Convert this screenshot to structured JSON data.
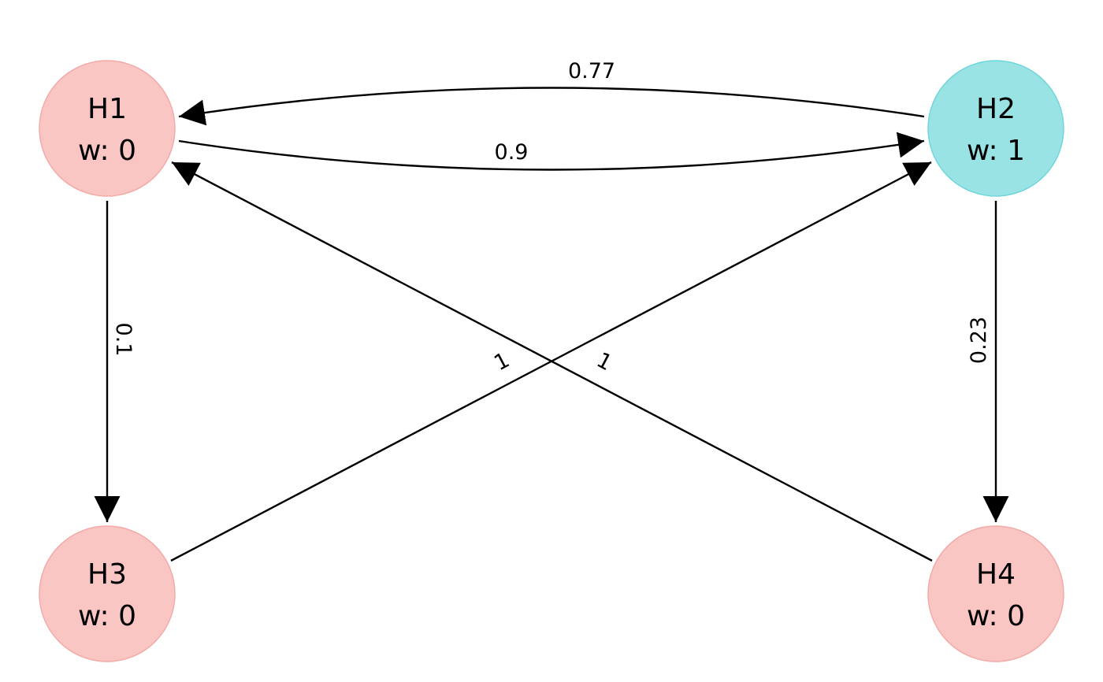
{
  "graph": {
    "nodes": [
      {
        "id": "H1",
        "name": "H1",
        "weight_text": "w: 0",
        "fill": "#f9c6c4",
        "stroke": "#f4aaa6"
      },
      {
        "id": "H2",
        "name": "H2",
        "weight_text": "w: 1",
        "fill": "#9ae3e5",
        "stroke": "#6fd6da"
      },
      {
        "id": "H3",
        "name": "H3",
        "weight_text": "w: 0",
        "fill": "#f9c6c4",
        "stroke": "#f4aaa6"
      },
      {
        "id": "H4",
        "name": "H4",
        "weight_text": "w: 0",
        "fill": "#f9c6c4",
        "stroke": "#f4aaa6"
      }
    ],
    "edges": [
      {
        "id": "H2-H1",
        "from": "H2",
        "to": "H1",
        "label": "0.77"
      },
      {
        "id": "H1-H2",
        "from": "H1",
        "to": "H2",
        "label": "0.9"
      },
      {
        "id": "H1-H3",
        "from": "H1",
        "to": "H3",
        "label": "0.1"
      },
      {
        "id": "H2-H4",
        "from": "H2",
        "to": "H4",
        "label": "0.23"
      },
      {
        "id": "H3-H2",
        "from": "H3",
        "to": "H2",
        "label": "1"
      },
      {
        "id": "H4-H1",
        "from": "H4",
        "to": "H1",
        "label": "1"
      }
    ]
  }
}
